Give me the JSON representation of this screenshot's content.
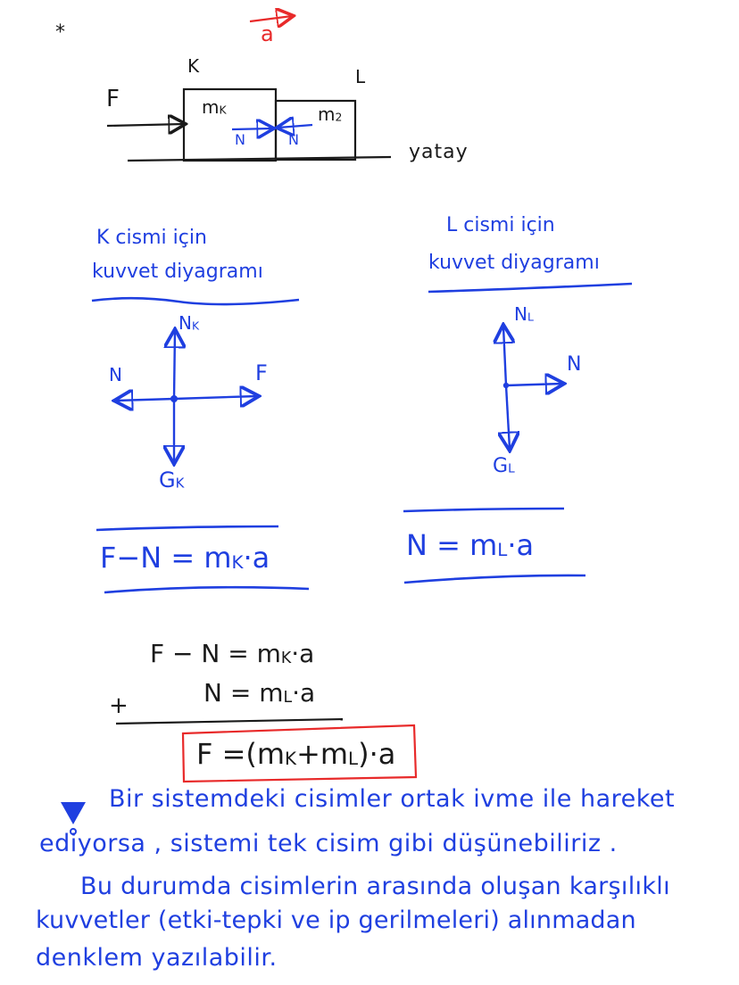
{
  "colors": {
    "ink_black": "#1a1a1a",
    "ink_blue": "#1f3fe0",
    "ink_red": "#e82a2a"
  },
  "top_diagram": {
    "star_marker": "*",
    "acceleration_label": "a",
    "force_label": "F",
    "block_k": {
      "label": "K",
      "mass": "m",
      "mass_sub": "K"
    },
    "block_l": {
      "label": "L",
      "mass": "m",
      "mass_sub": "2"
    },
    "normal_left": "N",
    "normal_right": "N",
    "surface_label": "yatay"
  },
  "k_diagram": {
    "title_line1": "K cismi için",
    "title_line2": "kuvvet diyagramı",
    "up_label": "N",
    "up_sub": "K",
    "left_label": "N",
    "right_label": "F",
    "down_label": "G",
    "down_sub": "K",
    "equation": "F−N = m",
    "equation_sub": "K",
    "equation_tail": "·a"
  },
  "l_diagram": {
    "title_line1": "L cismi için",
    "title_line2": "kuvvet diyagramı",
    "up_label": "N",
    "up_sub": "L",
    "right_label": "N",
    "down_label": "G",
    "down_sub": "L",
    "equation": "N = m",
    "equation_sub": "L",
    "equation_tail": "·a"
  },
  "sum": {
    "line1": "F − N = m",
    "line1_sub": "K",
    "line1_tail": "·a",
    "line2": "N = m",
    "line2_sub": "L",
    "line2_tail": "·a",
    "plus": "+",
    "result_head": "F =(m",
    "result_sub1": "K",
    "result_mid": "+m",
    "result_sub2": "L",
    "result_tail": ")·a"
  },
  "note": {
    "icon": "exclamation-icon",
    "line1": "Bir sistemdeki cisimler ortak ivme ile hareket",
    "line2": "ediyorsa , sistemi  tek cisim gibi düşünebiliriz .",
    "line3": "Bu durumda cisimlerin arasında oluşan karşılıklı",
    "line4": "kuvvetler (etki-tepki ve ip gerilmeleri) alınmadan",
    "line5": "denklem yazılabilir."
  }
}
